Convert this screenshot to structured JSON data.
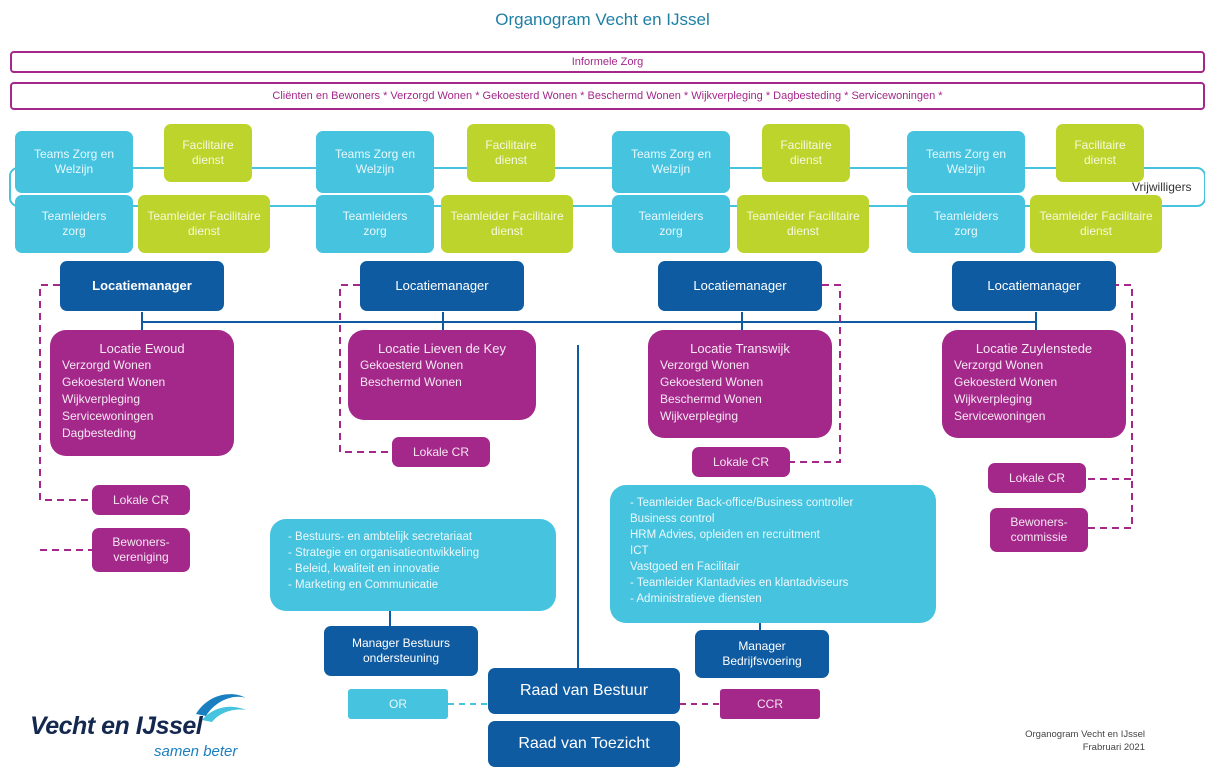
{
  "title": "Organogram Vecht en IJssel",
  "bars": {
    "informele_zorg": "Informele Zorg",
    "clienten": "Cliënten en Bewoners * Verzorgd Wonen * Gekoesterd Wonen * Beschermd Wonen * Wijkverpleging * Dagbesteding * Servicewoningen *"
  },
  "vrijwilligers": "Vrijwilligers",
  "columns": [
    {
      "teams": "Teams Zorg en Welzijn",
      "facilitaire": "Facilitaire dienst",
      "teamleiders": "Teamleiders zorg",
      "teamleider_fac": "Teamleider Facilitaire dienst",
      "manager": "Locatiemanager",
      "location": {
        "title": "Locatie Ewoud",
        "items": [
          "Verzorgd Wonen",
          "Gekoesterd Wonen",
          "Wijkverpleging",
          "Servicewoningen",
          "Dagbesteding"
        ]
      },
      "cr": "Lokale CR",
      "extra": "Bewoners-vereniging"
    },
    {
      "teams": "Teams Zorg en Welzijn",
      "facilitaire": "Facilitaire dienst",
      "teamleiders": "Teamleiders zorg",
      "teamleider_fac": "Teamleider Facilitaire dienst",
      "manager": "Locatiemanager",
      "location": {
        "title": "Locatie Lieven de Key",
        "items": [
          "Gekoesterd Wonen",
          "Beschermd Wonen"
        ]
      },
      "cr": "Lokale CR"
    },
    {
      "teams": "Teams Zorg en Welzijn",
      "facilitaire": "Facilitaire dienst",
      "teamleiders": "Teamleiders zorg",
      "teamleider_fac": "Teamleider Facilitaire dienst",
      "manager": "Locatiemanager",
      "location": {
        "title": "Locatie Transwijk",
        "items": [
          "Verzorgd Wonen",
          "Gekoesterd Wonen",
          "Beschermd Wonen",
          "Wijkverpleging"
        ]
      },
      "cr": "Lokale CR"
    },
    {
      "teams": "Teams Zorg en Welzijn",
      "facilitaire": "Facilitaire dienst",
      "teamleiders": "Teamleiders zorg",
      "teamleider_fac": "Teamleider Facilitaire dienst",
      "manager": "Locatiemanager",
      "location": {
        "title": "Locatie Zuylenstede",
        "items": [
          "Verzorgd Wonen",
          "Gekoesterd Wonen",
          "Wijkverpleging",
          "Servicewoningen"
        ]
      },
      "cr": "Lokale CR",
      "extra": "Bewoners-commissie"
    }
  ],
  "bestuur_list": [
    "- Bestuurs- en ambtelijk secretariaat",
    "- Strategie en organisatieontwikkeling",
    "- Beleid, kwaliteit en innovatie",
    "- Marketing en Communicatie"
  ],
  "bedrijf_list": [
    "- Teamleider Back-office/Business controller",
    "Business control",
    "HRM Advies, opleiden en recruitment",
    "ICT",
    "Vastgoed en Facilitair",
    "- Teamleider Klantadvies en klantadviseurs",
    "- Administratieve diensten"
  ],
  "manager_bestuur": "Manager Bestuurs ondersteuning",
  "manager_bedrijf": "Manager Bedrijfsvoering",
  "raad_bestuur": "Raad van Bestuur",
  "raad_toezicht": "Raad van Toezicht",
  "or": "OR",
  "ccr": "CCR",
  "logo": {
    "name": "Vecht en IJssel",
    "tagline": "samen beter"
  },
  "footer": {
    "line1": "Organogram Vecht en IJssel",
    "line2": "Frabruari 2021"
  },
  "colors": {
    "cyan": "#45c3df",
    "lime": "#bcd42b",
    "navy": "#0e5ba2",
    "magenta": "#a3288a"
  }
}
